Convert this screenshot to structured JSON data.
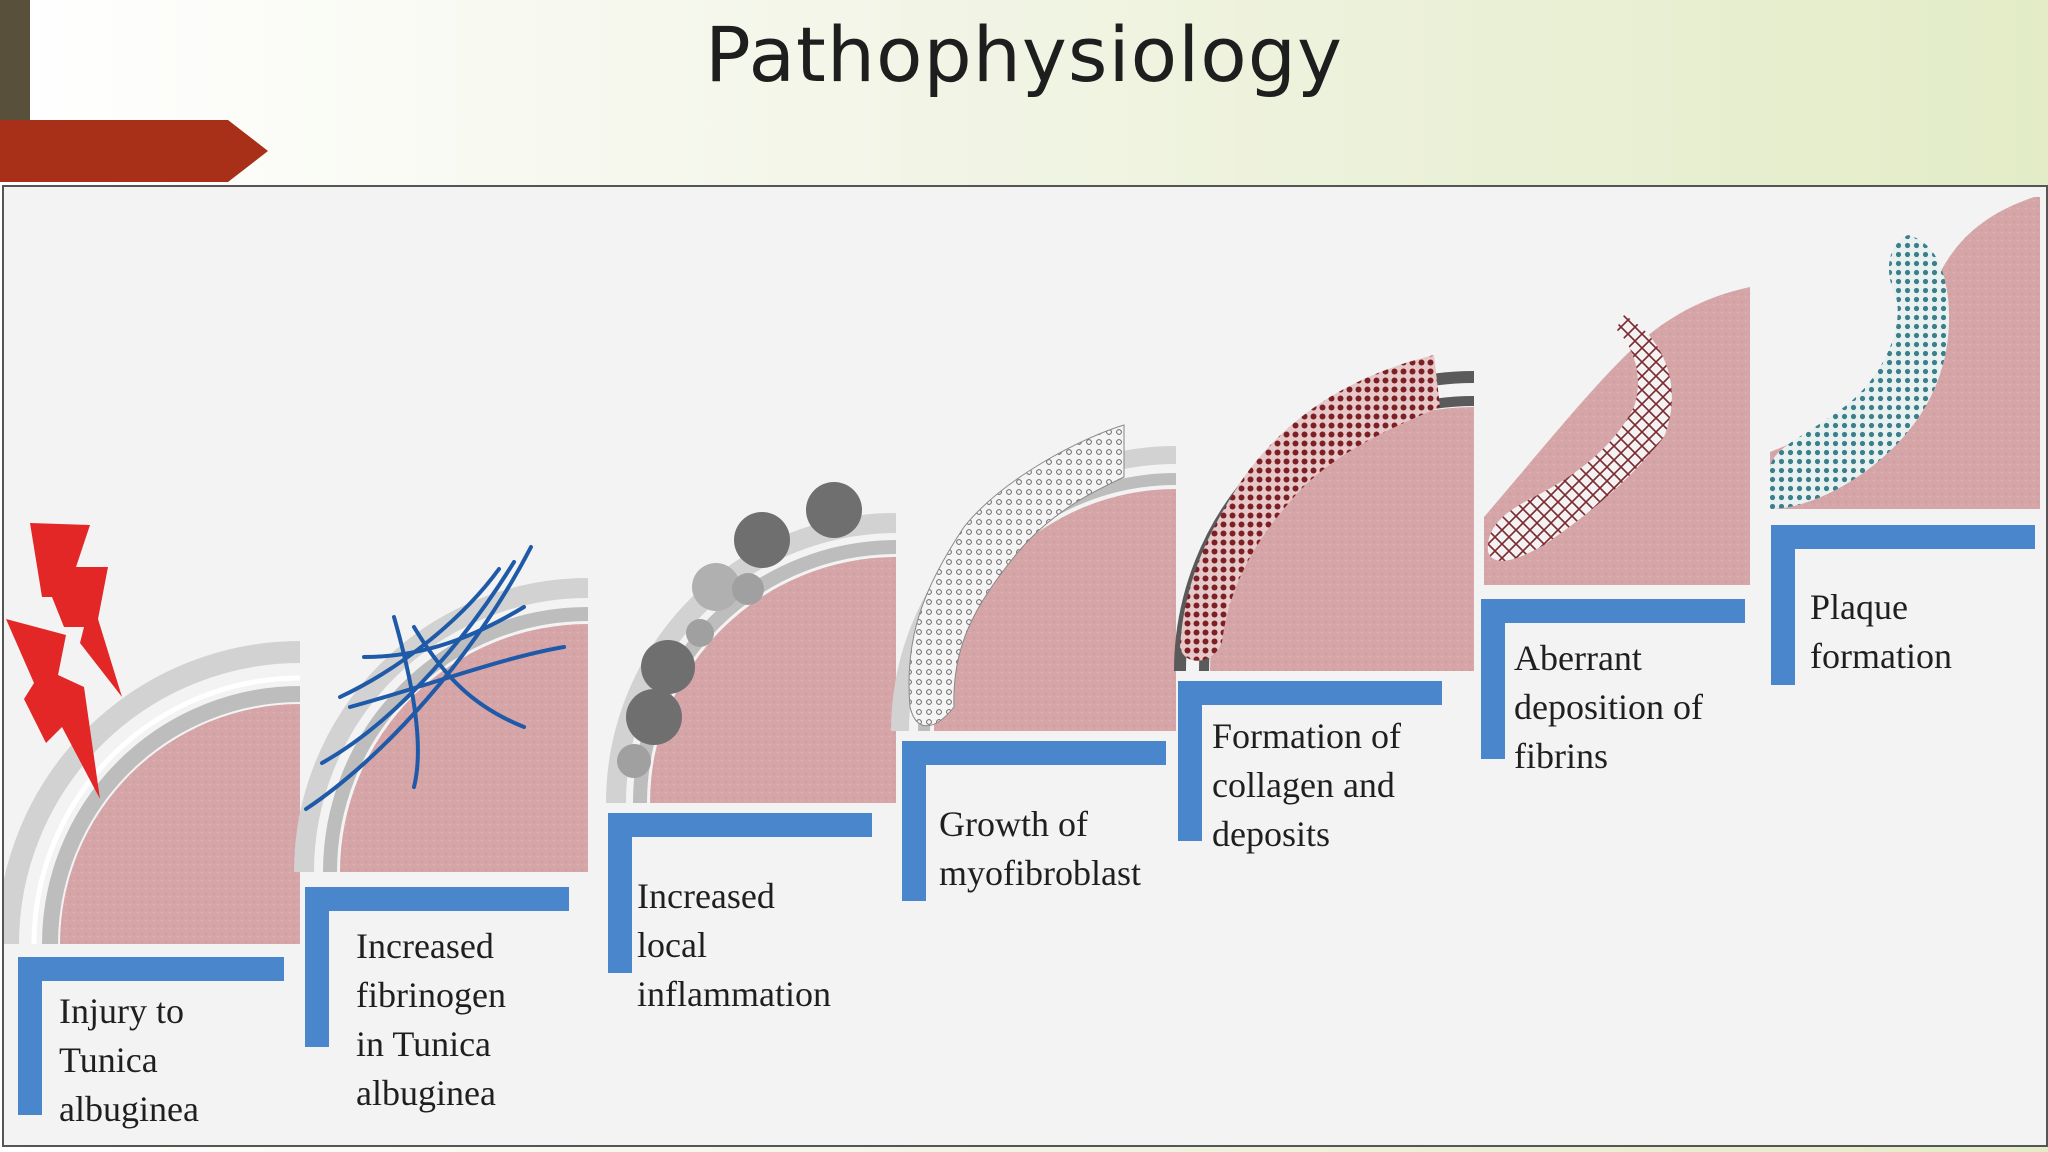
{
  "title": "Pathophysiology",
  "colors": {
    "bracket": "#4a86cb",
    "tissue": "#d6a5a8",
    "header_accent": "#a83018",
    "header_strip": "#58503a"
  },
  "steps": [
    {
      "label": "Injury to\nTunica\nalbuginea",
      "icon": "lightning-bolt-icon"
    },
    {
      "label": "Increased\nfibrinogen\nin Tunica\nalbuginea",
      "icon": "fibrinogen-strands-icon"
    },
    {
      "label": "Increased\nlocal\ninflammation",
      "icon": "inflammation-cells-icon"
    },
    {
      "label": "Growth of\nmyofibroblast",
      "icon": "myofibroblast-dots-icon"
    },
    {
      "label": "Formation of\ncollagen and\ndeposits",
      "icon": "collagen-deposit-icon"
    },
    {
      "label": "Aberrant\ndeposition of\nfibrins",
      "icon": "fibrin-mesh-icon"
    },
    {
      "label": "Plaque\nformation",
      "icon": "plaque-icon"
    }
  ]
}
